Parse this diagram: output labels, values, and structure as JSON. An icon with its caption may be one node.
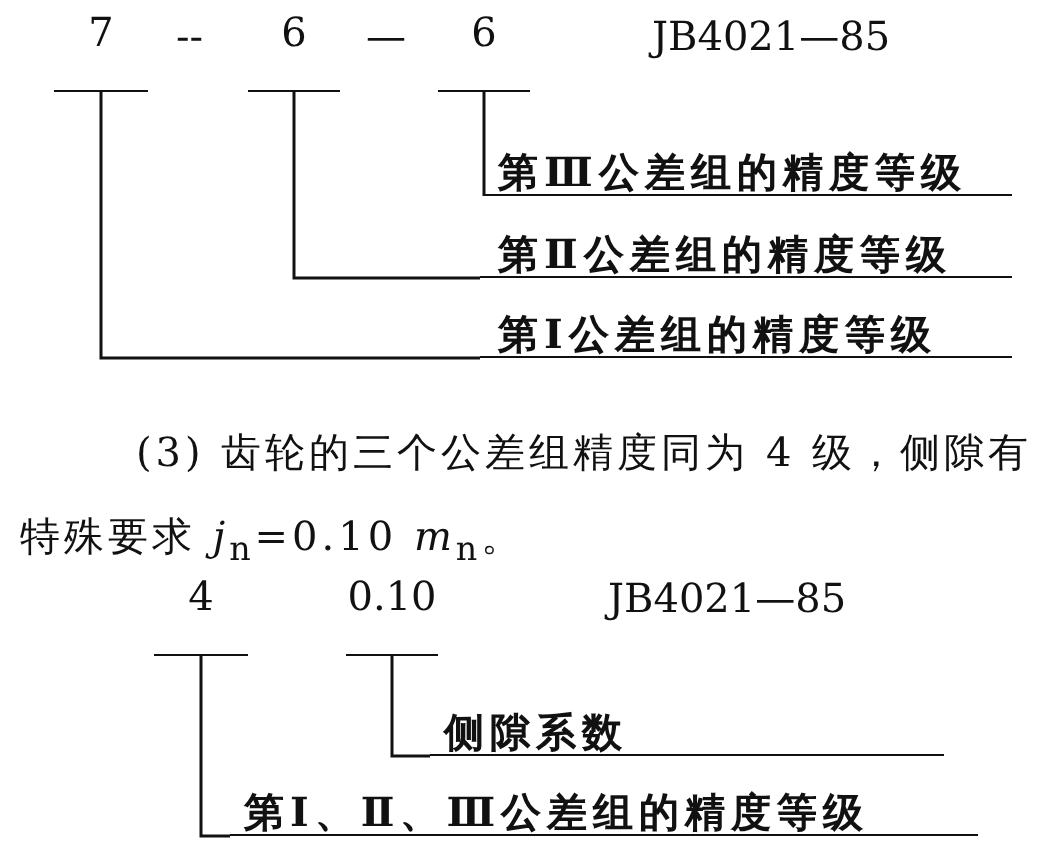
{
  "diagram": {
    "nodes": [
      {
        "text": [
          "7"
        ]
      },
      {
        "text": [
          "6"
        ]
      },
      {
        "text": [
          "6"
        ]
      },
      {
        "text": [
          "第Ⅲ公差组的精度等级"
        ]
      },
      {
        "text": [
          "第Ⅱ公差组的精度等级"
        ]
      },
      {
        "text": [
          "第Ⅰ公差组的精度等级"
        ]
      },
      {
        "text": [
          "4"
        ]
      },
      {
        "text": [
          "0.10"
        ]
      },
      {
        "text": [
          "侧隙系数"
        ]
      },
      {
        "text": [
          "第Ⅰ、Ⅱ、Ⅲ公差组的精度等级"
        ]
      }
    ],
    "edges": [
      {
        "from": 2,
        "to": 3,
        "arrow": "none"
      },
      {
        "from": 1,
        "to": 4,
        "arrow": "none"
      },
      {
        "from": 0,
        "to": 5,
        "arrow": "none"
      },
      {
        "from": 7,
        "to": 8,
        "arrow": "none"
      },
      {
        "from": 6,
        "to": 9,
        "arrow": "none"
      }
    ],
    "labels": [
      "--",
      "—",
      "JB4021—85",
      "(3) 齿轮的三个公差组精度同为 4 级，侧隙有特殊要求 *j*$_{n}$=0.10 *m*$_{n}$。",
      "JB4021—85"
    ]
  }
}
